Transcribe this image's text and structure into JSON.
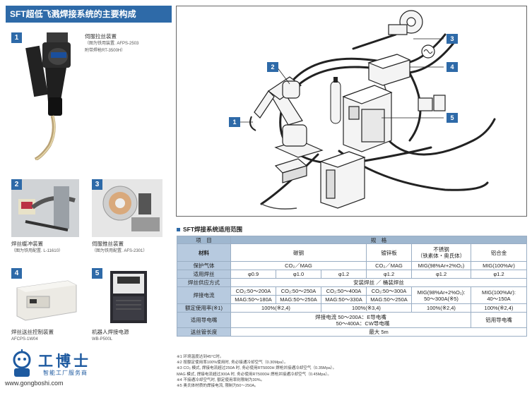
{
  "header": {
    "title": "SFT超低飞溅焊接系统的主要构成"
  },
  "components": [
    {
      "num": "1",
      "name": "伺服拉丝装置",
      "sub1": "（图为铁用装置. AFPS-2503",
      "sub2": "附带焊枪RT-3500H）"
    },
    {
      "num": "2",
      "name": "焊丝缓冲装置",
      "sub1": "（图为铁用配置. L-11610）",
      "sub2": ""
    },
    {
      "num": "3",
      "name": "伺服推丝装置",
      "sub1": "（图为铁用配置. AFS-2301）",
      "sub2": ""
    },
    {
      "num": "4",
      "name": "焊丝送丝控制装置",
      "sub1": "AFCPS-1W04",
      "sub2": ""
    },
    {
      "num": "5",
      "name": "机器人焊接电源",
      "sub1": "WB-P500L",
      "sub2": ""
    }
  ],
  "diagram": {
    "callouts": [
      "1",
      "2",
      "3",
      "4",
      "5"
    ]
  },
  "table": {
    "title": "SFT焊接系统适用范围",
    "header": {
      "item": "项　目",
      "spec": "规　格"
    },
    "material": {
      "label": "材料",
      "cols": [
        "碳钢",
        "镀锌板",
        "不锈钢\n（铁素体・奥氏体）",
        "铝合金"
      ]
    },
    "gas": {
      "label": "保护气体",
      "cols": [
        "CO₂／MAG",
        "CO₂／MAG",
        "MIG(98%Ar+2%O₂)",
        "MIG(100%Ar)"
      ]
    },
    "wire": {
      "label": "适用焊丝",
      "cols": [
        "φ0.9",
        "φ1.0",
        "φ1.2",
        "φ1.2",
        "φ1.2",
        "φ1.2"
      ]
    },
    "feed": {
      "label": "焊丝供应方式",
      "value": "安装焊丝 ／ 桶装焊丝"
    },
    "current": {
      "label": "焊接电流",
      "co2": [
        "CO₂:50〜200A",
        "CO₂:50〜250A",
        "CO₂:50〜400A",
        "CO₂:50〜300A"
      ],
      "mag": [
        "MAG:50〜180A",
        "MAG:50〜250A",
        "MAG:50〜330A",
        "MAG:50〜250A"
      ],
      "stainless": "MIG(98%Ar+2%O₂):\n50〜300A(※5)",
      "aluminium": "MIG(100%Ar):\n40〜150A"
    },
    "duty": {
      "label": "额定使用率(※1)",
      "left": "100%(※2,4)",
      "mid": "100%(※3,4)",
      "stainless": "100%(※2,4)",
      "aluminium": "100%(※2,4)"
    },
    "tip": {
      "label": "适用导电嘴",
      "left_line1": "焊接电流 50〜200A：E导电嘴",
      "left_line2": "50〜400A：CW导电嘴",
      "right": "铝用导电嘴"
    },
    "cable": {
      "label": "送丝管长度",
      "value": "最大 5m"
    }
  },
  "notes": [
    "※1  环境温度达到45°C时。",
    "※2  按额定使用率100%使用时, 务必接通冷却空气（0.30Mpa）。",
    "※3  CO₂ 模式, 焊接电流超过250A 时, 务必使用RT5000H 焊枪并接通冷却空气（0.35Mpa）。",
    "       MAG 模式, 焊接电流超过300A 时, 务必使用RT5000H 焊枪并接通冷却空气（0.45Mpa）。",
    "※4  不接通冷却空气时, 额定使用率则限制为30%。",
    "※5  奥氏体材质的焊接电流, 限制为50〜250A。"
  ],
  "watermark": {
    "title": "工博士",
    "sub": "智能工厂服务商",
    "url": "www.gongboshi.com"
  },
  "colors": {
    "accent": "#2e6aa8",
    "table_header": "#9fb7cf",
    "table_label": "#b7cadf",
    "watermark": "#1e5aa0"
  }
}
